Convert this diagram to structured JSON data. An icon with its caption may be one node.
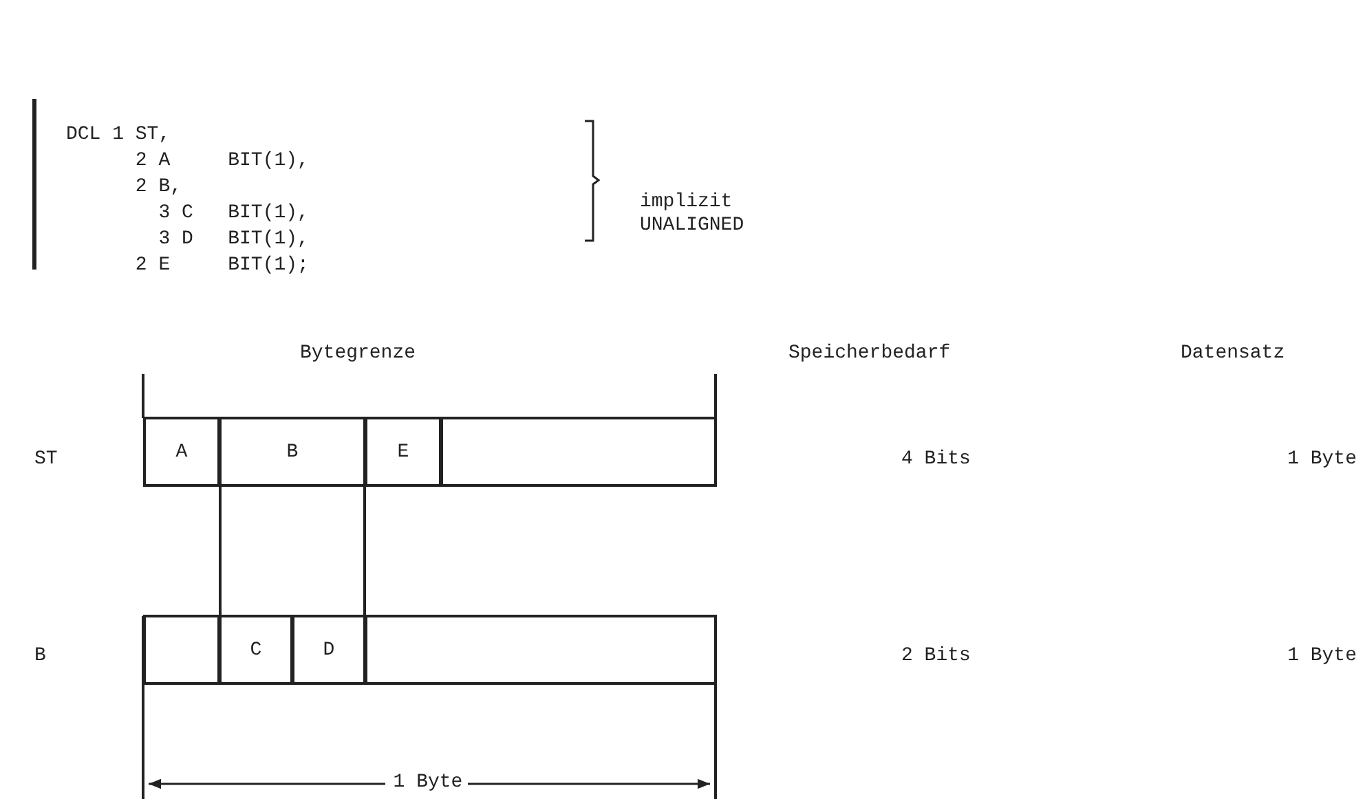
{
  "diagram": {
    "nodes": [
      {
        "text": [
          "A"
        ]
      },
      {
        "text": [
          "B"
        ]
      },
      {
        "text": [
          "E"
        ]
      },
      {
        "text": [],
        "shape": "box"
      },
      {
        "text": [],
        "shape": "box"
      },
      {
        "text": [
          "C"
        ]
      },
      {
        "text": [
          "D"
        ]
      },
      {
        "text": [],
        "shape": "box"
      }
    ],
    "edges": [
      {
        "from": 1,
        "to": 5,
        "arrow": "none"
      },
      {
        "from": 1,
        "to": 6,
        "arrow": "none"
      }
    ],
    "labels": [
      "DCL 1 ST,",
      "      2 A     BIT(1),",
      "      2 B,",
      "        3 C   BIT(1),",
      "        3 D   BIT(1),",
      "      2 E     BIT(1);",
      "implizit UNALIGNED",
      "Bytegrenze",
      "Speicherbedarf",
      "Datensatz",
      "ST",
      "4 Bits",
      "1 Byte",
      "B",
      "2 Bits",
      "1 Byte",
      "1 Byte"
    ]
  }
}
